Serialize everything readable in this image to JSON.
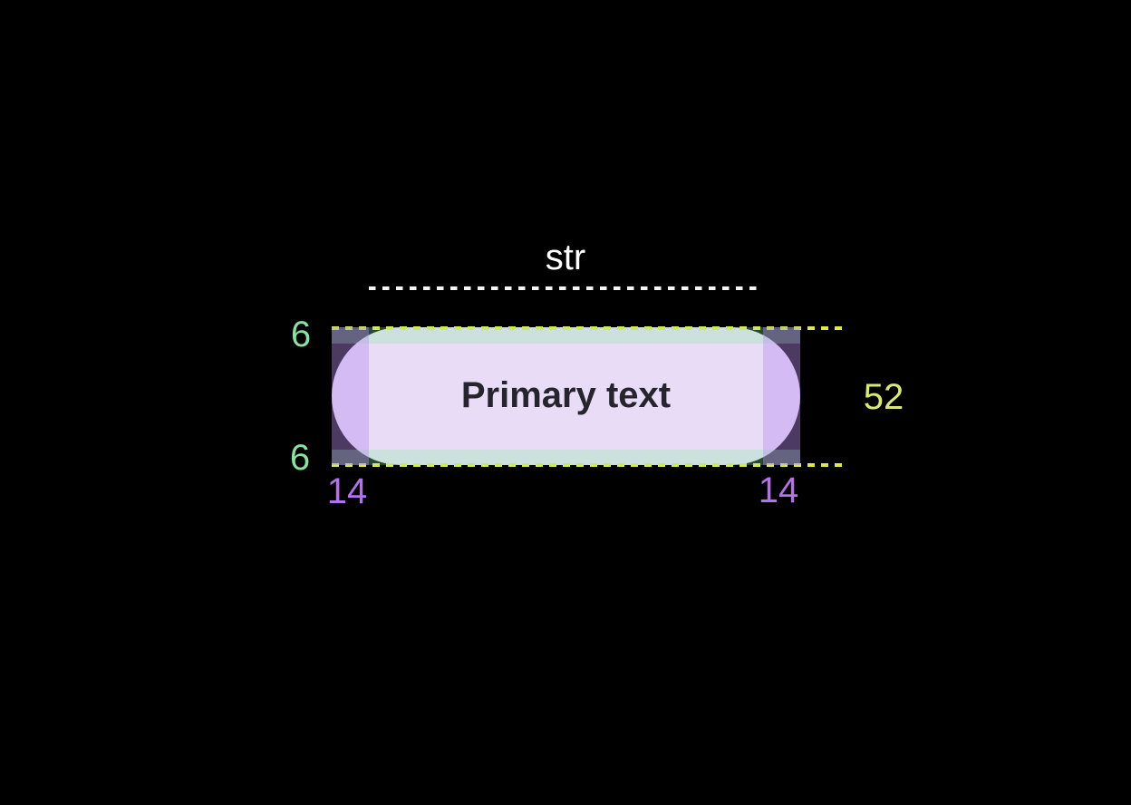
{
  "page": {
    "background": "#000000"
  },
  "spec": {
    "component": {
      "label": "Primary text"
    },
    "measurements": {
      "string_width": "str",
      "padding_top": "6",
      "padding_bottom": "6",
      "padding_left": "14",
      "padding_right": "14",
      "total_height": "52"
    },
    "colors": {
      "page_background": "#000000",
      "button_fill": "#e8dcf6",
      "button_text": "#26252d",
      "vertical_padding_overlay": "rgba(140,235,165,0.30)",
      "horizontal_padding_overlay": "rgba(185,140,240,0.41)",
      "height_guide_dash": "#dfe952",
      "string_guide_dash": "#f5f5f5",
      "padding_vertical_label": "#8ce0a3",
      "padding_horizontal_label": "#b172ee",
      "height_label": "#dbe77a",
      "string_label": "#ffffff"
    }
  }
}
